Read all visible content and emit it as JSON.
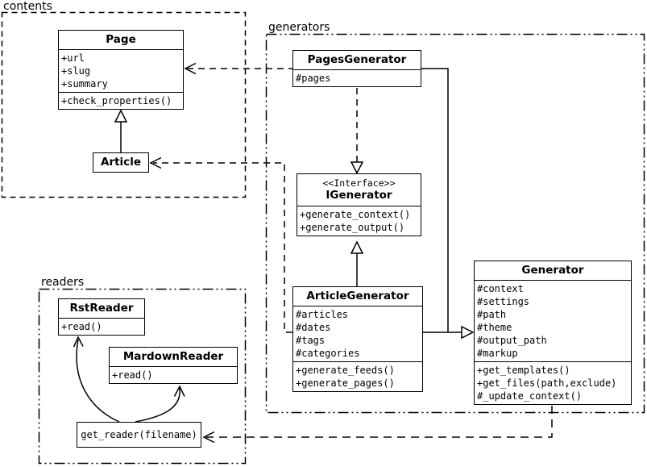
{
  "canvas": {
    "background": "#ffffff",
    "line_color": "#000000"
  },
  "packages": {
    "contents": {
      "label": "contents"
    },
    "generators": {
      "label": "generators"
    },
    "readers": {
      "label": "readers"
    }
  },
  "classes": {
    "page": {
      "title": "Page",
      "attributes": [
        "+url",
        "+slug",
        "+summary"
      ],
      "methods": [
        "+check_properties()"
      ]
    },
    "article": {
      "title": "Article"
    },
    "pagesGenerator": {
      "title": "PagesGenerator",
      "attributes": [
        "#pages"
      ]
    },
    "iGenerator": {
      "stereotype": "<<Interface>>",
      "title": "IGenerator",
      "methods": [
        "+generate_context()",
        "+generate_output()"
      ]
    },
    "articleGenerator": {
      "title": "ArticleGenerator",
      "attributes": [
        "#articles",
        "#dates",
        "#tags",
        "#categories"
      ],
      "methods": [
        "+generate_feeds()",
        "+generate_pages()"
      ]
    },
    "generator": {
      "title": "Generator",
      "attributes": [
        "#context",
        "#settings",
        "#path",
        "#theme",
        "#output_path",
        "#markup"
      ],
      "methods": [
        "+get_templates()",
        "+get_files(path,exclude)",
        "#_update_context()"
      ]
    },
    "rstReader": {
      "title": "RstReader",
      "methods": [
        "+read()"
      ]
    },
    "markdownReader": {
      "title": "MardownReader",
      "methods": [
        "+read()"
      ]
    },
    "getReader": {
      "title": "get_reader(filename)"
    }
  },
  "relationships": [
    {
      "from": "Article",
      "to": "Page",
      "type": "inheritance",
      "line": "solid"
    },
    {
      "from": "PagesGenerator",
      "to": "Page",
      "type": "dependency",
      "line": "dashed"
    },
    {
      "from": "PagesGenerator",
      "to": "IGenerator",
      "type": "realization",
      "line": "dashed"
    },
    {
      "from": "ArticleGenerator",
      "to": "IGenerator",
      "type": "realization",
      "line": "solid"
    },
    {
      "from": "PagesGenerator",
      "to": "Generator",
      "type": "inheritance",
      "line": "solid"
    },
    {
      "from": "ArticleGenerator",
      "to": "Generator",
      "type": "inheritance",
      "line": "solid"
    },
    {
      "from": "ArticleGenerator",
      "to": "Article",
      "type": "dependency",
      "line": "dashed"
    },
    {
      "from": "Generator",
      "to": "get_reader(filename)",
      "type": "dependency",
      "line": "dashed"
    },
    {
      "from": "get_reader(filename)",
      "to": "RstReader",
      "type": "call-arrow",
      "line": "solid-curved"
    },
    {
      "from": "get_reader(filename)",
      "to": "MardownReader",
      "type": "call-arrow",
      "line": "solid-curved"
    }
  ]
}
